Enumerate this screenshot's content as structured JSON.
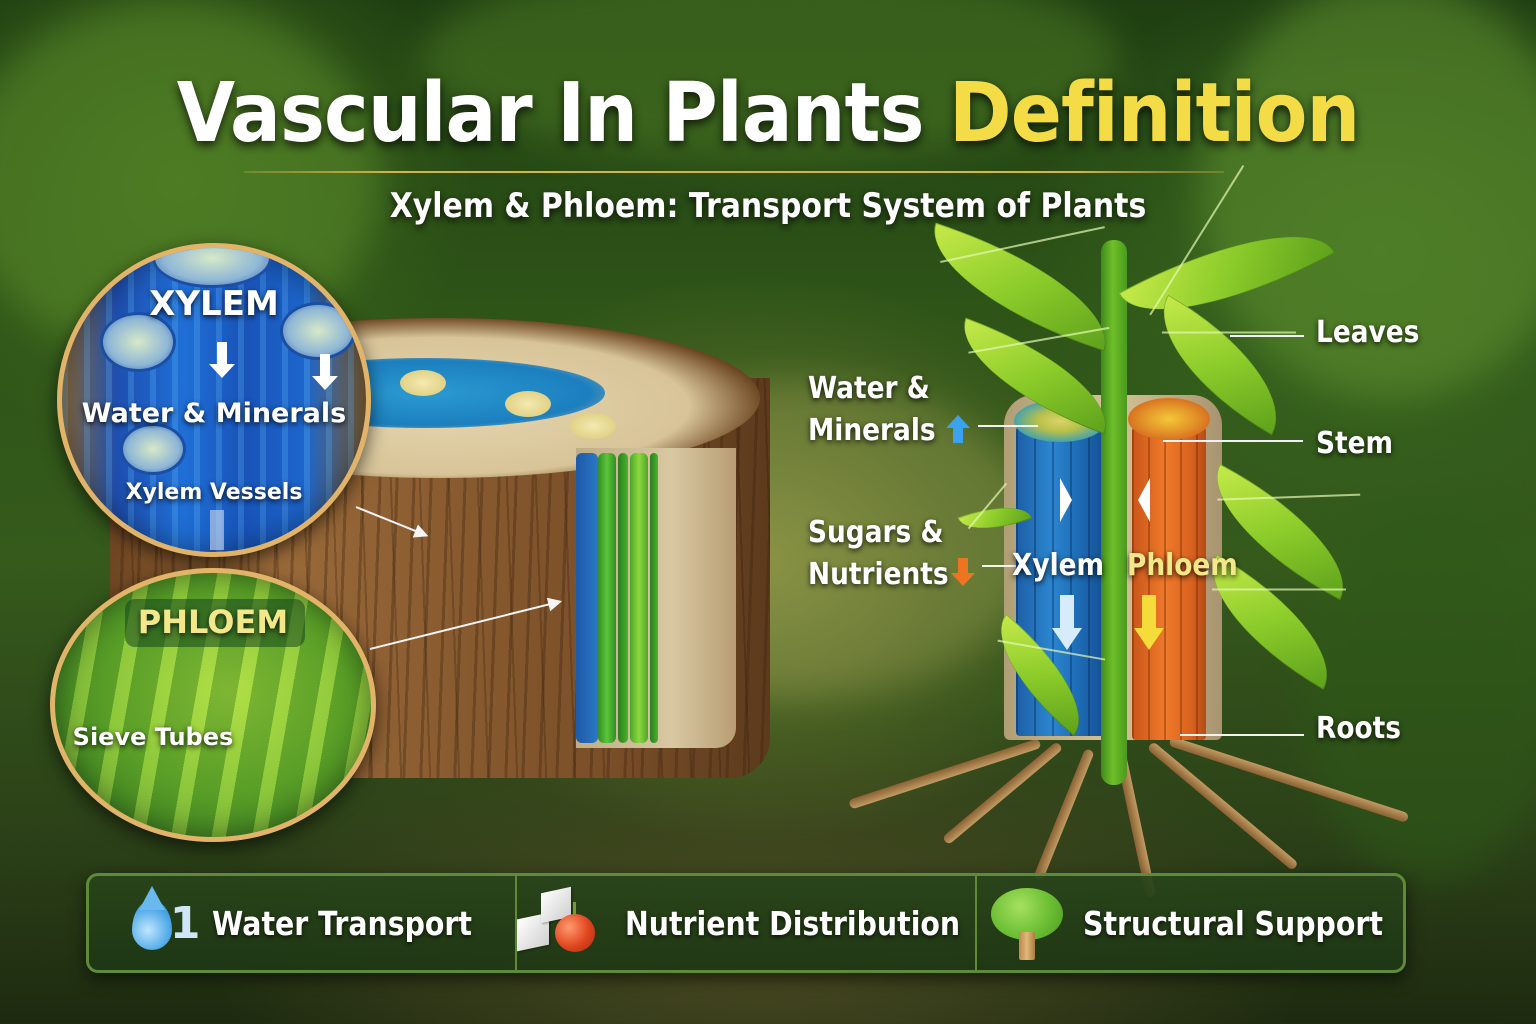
{
  "header": {
    "title_main": "Vascular In Plants ",
    "title_accent": "Definition",
    "subtitle": "Xylem & Phloem: Transport System of Plants",
    "accent_color": "#f3dc45",
    "rule_color": "#d4b347"
  },
  "xylem_lens": {
    "title": "XYLEM",
    "label_main": "Water & Minerals",
    "label_sub": "Xylem Vessels",
    "title_color": "#ffffff",
    "border_color": "#e2b469"
  },
  "phloem_lens": {
    "title": "PHLOEM",
    "label_main": "Sieve Tubes",
    "title_color": "#f2e88a",
    "border_color": "#e2b469"
  },
  "plant_diagram": {
    "left_labels": {
      "water": [
        "Water &",
        "Minerals"
      ],
      "sugars": [
        "Sugars &",
        "Nutrients"
      ]
    },
    "stem_labels": {
      "xylem": "Xylem",
      "phloem": "Phloem"
    },
    "right_labels": {
      "leaves": "Leaves",
      "stem": "Stem",
      "roots": "Roots"
    },
    "colors": {
      "xylem": "#2b86cf",
      "phloem": "#ef7a2a",
      "water_arrow": "#3aa2ee",
      "sugar_arrow": "#ef7420",
      "phloem_label": "#f2e88a"
    }
  },
  "features": [
    {
      "icon": "water-drop-icon",
      "icon_text": "1",
      "label": "Water Transport"
    },
    {
      "icon": "sugar-cubes-apple-icon",
      "label": "Nutrient Distribution"
    },
    {
      "icon": "tree-icon",
      "label": "Structural Support"
    }
  ]
}
